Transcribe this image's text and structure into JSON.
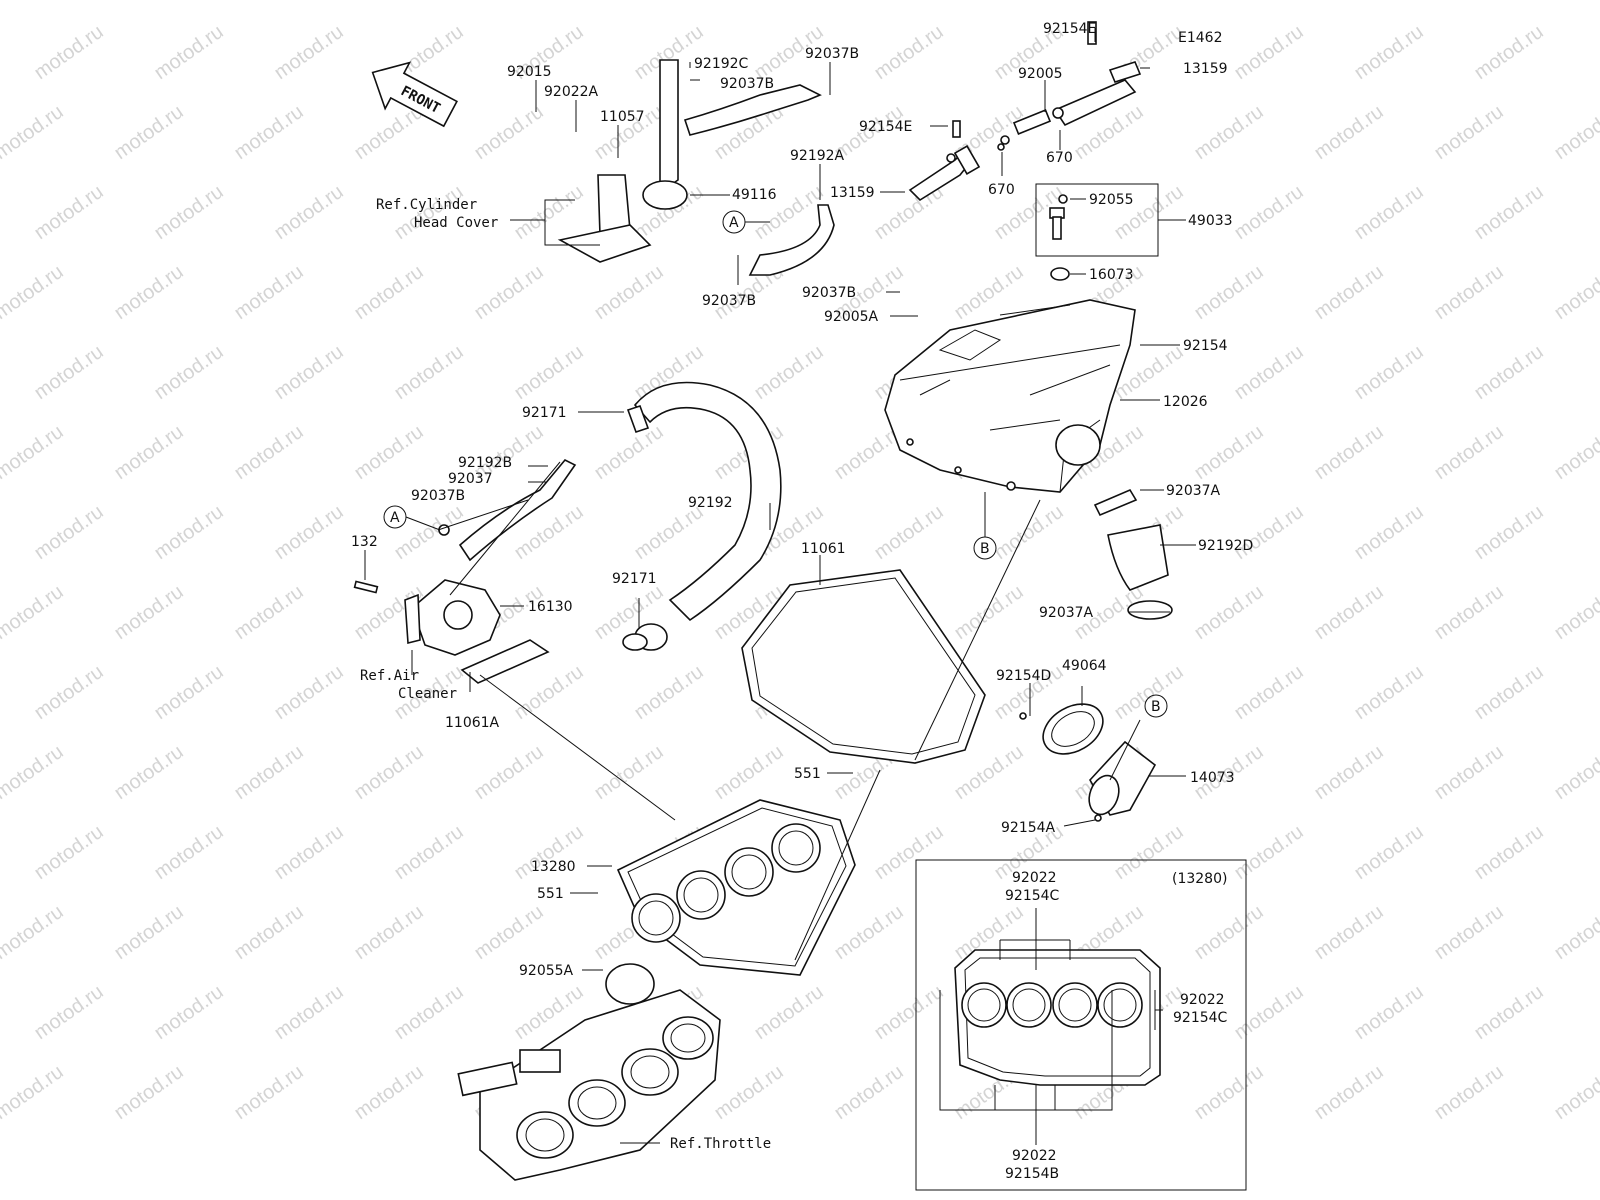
{
  "watermark": "motod.ru",
  "diagram_code": "E1462",
  "front_arrow": "FRONT",
  "inset_title": "(13280)",
  "callouts": {
    "A": "A",
    "B": "B"
  },
  "labels": {
    "p92154E_top": "92154E",
    "p13159_top": "13159",
    "p92005": "92005",
    "p92154E_mid": "92154E",
    "p670_a": "670",
    "p670_b": "670",
    "p13159_mid": "13159",
    "p92055": "92055",
    "p49033": "49033",
    "p16073": "16073",
    "p92154": "92154",
    "p12026": "12026",
    "p92037A_a": "92037A",
    "p92192D": "92192D",
    "p92037A_b": "92037A",
    "p49064": "49064",
    "p92154D": "92154D",
    "p14073": "14073",
    "p92154A": "92154A",
    "p92015": "92015",
    "p92022A": "92022A",
    "p11057": "11057",
    "ref_cyl": "Ref.Cylinder",
    "ref_cyl2": "Head Cover",
    "p92192C": "92192C",
    "p92037B_a": "92037B",
    "p92037B_b": "92037B",
    "p49116": "49116",
    "p92192A": "92192A",
    "p92037B_c": "92037B",
    "p92037B_d": "92037B",
    "p92005A": "92005A",
    "p92171_a": "92171",
    "p92192B": "92192B",
    "p92037": "92037",
    "p92037B_e": "92037B",
    "p92192": "92192",
    "p132": "132",
    "p16130": "16130",
    "ref_air": "Ref.Air",
    "ref_air2": "Cleaner",
    "p11061A": "11061A",
    "p92171_b": "92171",
    "p11061": "11061",
    "p551_a": "551",
    "p13280": "13280",
    "p551_b": "551",
    "p92055A": "92055A",
    "ref_throttle": "Ref.Throttle",
    "inset_top_1": "92022",
    "inset_top_2": "92154C",
    "inset_right_1": "92022",
    "inset_right_2": "92154C",
    "inset_bot_1": "92022",
    "inset_bot_2": "92154B"
  }
}
